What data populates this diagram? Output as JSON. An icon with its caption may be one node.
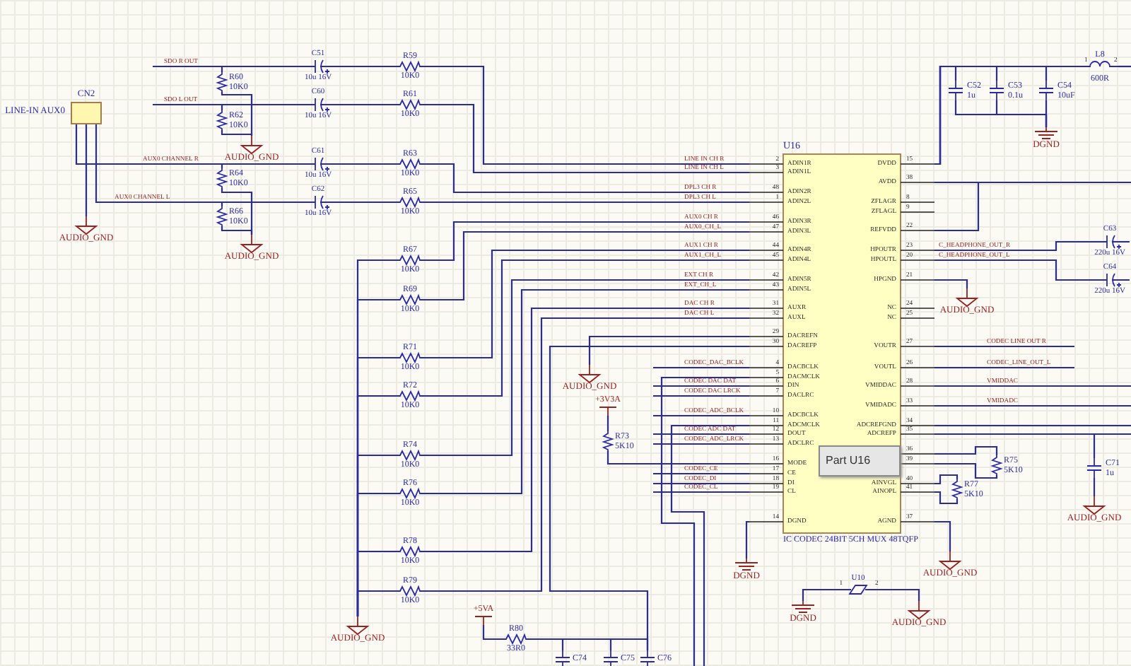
{
  "diagram": {
    "nodes": [
      {
        "text": [
          "CN2"
        ],
        "beside": [
          "LINE-IN AUX0"
        ]
      },
      {
        "text": [
          "R60",
          "10K0"
        ]
      },
      {
        "text": [
          "R62",
          "10K0"
        ]
      },
      {
        "text": [
          "R64",
          "10K0"
        ]
      },
      {
        "text": [
          "R66",
          "10K0"
        ]
      },
      {
        "text": [
          "AUDIO_GND"
        ]
      },
      {
        "text": [
          "AUDIO_GND"
        ]
      },
      {
        "text": [
          "AUDIO_GND"
        ]
      },
      {
        "text": [
          "C51",
          "10u 16V"
        ]
      },
      {
        "text": [
          "C60",
          "10u 16V"
        ]
      },
      {
        "text": [
          "C61",
          "10u 16V"
        ]
      },
      {
        "text": [
          "C62",
          "10u 16V"
        ]
      },
      {
        "text": [
          "R59",
          "10K0"
        ]
      },
      {
        "text": [
          "R61",
          "10K0"
        ]
      },
      {
        "text": [
          "R63",
          "10K0"
        ]
      },
      {
        "text": [
          "R65",
          "10K0"
        ]
      },
      {
        "text": [
          "R67",
          "10K0"
        ]
      },
      {
        "text": [
          "R69",
          "10K0"
        ]
      },
      {
        "text": [
          "R71",
          "10K0"
        ]
      },
      {
        "text": [
          "R72",
          "10K0"
        ]
      },
      {
        "text": [
          "R74",
          "10K0"
        ]
      },
      {
        "text": [
          "R76",
          "10K0"
        ]
      },
      {
        "text": [
          "R78",
          "10K0"
        ]
      },
      {
        "text": [
          "R79",
          "10K0"
        ]
      },
      {
        "text": [
          "AUDIO_GND"
        ]
      },
      {
        "text": [
          "U16",
          "IC CODEC 24BIT 5CH MUX 48TQFP"
        ]
      },
      {
        "text": [
          "Part U16"
        ],
        "in": 25
      },
      {
        "text": [
          "C52",
          "1u"
        ]
      },
      {
        "text": [
          "C53",
          "0.1u"
        ]
      },
      {
        "text": [
          "C54",
          "10uF"
        ]
      },
      {
        "text": [
          "DGND"
        ]
      },
      {
        "text": [
          "L8",
          "600R"
        ]
      },
      {
        "text": [
          "AUDIO_GND"
        ]
      },
      {
        "text": [
          "C63",
          "220u 16V"
        ]
      },
      {
        "text": [
          "C64",
          "220u 16V"
        ]
      },
      {
        "text": [
          "R75",
          "5K10"
        ]
      },
      {
        "text": [
          "R77",
          "5K10"
        ]
      },
      {
        "text": [
          "C71",
          "1u"
        ]
      },
      {
        "text": [
          "AUDIO_GND"
        ]
      },
      {
        "text": [
          "AUDIO_GND"
        ]
      },
      {
        "text": [
          "U10"
        ]
      },
      {
        "text": [
          "DGND"
        ]
      },
      {
        "text": [
          "AUDIO_GND"
        ]
      },
      {
        "text": [
          "DGND"
        ]
      },
      {
        "text": [
          "AUDIO_GND"
        ]
      },
      {
        "text": [
          "+3V3A"
        ]
      },
      {
        "text": [
          "R73",
          "5K10"
        ]
      },
      {
        "text": [
          "+5VA"
        ]
      },
      {
        "text": [
          "R80",
          "33R0"
        ]
      },
      {
        "text": [
          "C74"
        ]
      },
      {
        "text": [
          "C75"
        ]
      },
      {
        "text": [
          "C76"
        ]
      }
    ],
    "edges": [
      {
        "from": 1,
        "to": 6,
        "arrow": "none"
      },
      {
        "from": 2,
        "to": 6,
        "arrow": "none"
      },
      {
        "from": 3,
        "to": 7,
        "arrow": "none"
      },
      {
        "from": 4,
        "to": 7,
        "arrow": "none"
      },
      {
        "from": 0,
        "to": 5,
        "arrow": "none"
      },
      {
        "from": null,
        "to": 8,
        "arrow": "none"
      },
      {
        "from": 1,
        "to": 8,
        "arrow": "none"
      },
      {
        "from": null,
        "to": 9,
        "arrow": "none"
      },
      {
        "from": 2,
        "to": 9,
        "arrow": "none"
      },
      {
        "from": 0,
        "to": 10,
        "arrow": "none"
      },
      {
        "from": 3,
        "to": 10,
        "arrow": "none"
      },
      {
        "from": 0,
        "to": 11,
        "arrow": "none"
      },
      {
        "from": 4,
        "to": 11,
        "arrow": "none"
      },
      {
        "from": 8,
        "to": 12,
        "arrow": "none"
      },
      {
        "from": 9,
        "to": 13,
        "arrow": "none"
      },
      {
        "from": 10,
        "to": 14,
        "arrow": "none"
      },
      {
        "from": 11,
        "to": 15,
        "arrow": "none"
      },
      {
        "from": 12,
        "to": 25,
        "arrow": "none"
      },
      {
        "from": 13,
        "to": 25,
        "arrow": "none"
      },
      {
        "from": 14,
        "to": 25,
        "arrow": "none"
      },
      {
        "from": 15,
        "to": 25,
        "arrow": "none"
      },
      {
        "from": 16,
        "to": 25,
        "arrow": "none"
      },
      {
        "from": 17,
        "to": 25,
        "arrow": "none"
      },
      {
        "from": 18,
        "to": 25,
        "arrow": "none"
      },
      {
        "from": 19,
        "to": 25,
        "arrow": "none"
      },
      {
        "from": 20,
        "to": 25,
        "arrow": "none"
      },
      {
        "from": 21,
        "to": 25,
        "arrow": "none"
      },
      {
        "from": 22,
        "to": 25,
        "arrow": "none"
      },
      {
        "from": 23,
        "to": 25,
        "arrow": "none"
      },
      {
        "from": 16,
        "to": 24,
        "arrow": "none"
      },
      {
        "from": 17,
        "to": 24,
        "arrow": "none"
      },
      {
        "from": 18,
        "to": 24,
        "arrow": "none"
      },
      {
        "from": 19,
        "to": 24,
        "arrow": "none"
      },
      {
        "from": 20,
        "to": 24,
        "arrow": "none"
      },
      {
        "from": 21,
        "to": 24,
        "arrow": "none"
      },
      {
        "from": 22,
        "to": 24,
        "arrow": "none"
      },
      {
        "from": 23,
        "to": 24,
        "arrow": "none"
      },
      {
        "from": 25,
        "to": 44,
        "arrow": "none"
      },
      {
        "from": 25,
        "to": 51,
        "arrow": "none"
      },
      {
        "from": 47,
        "to": 48,
        "arrow": "none"
      },
      {
        "from": 48,
        "to": 49,
        "arrow": "none"
      },
      {
        "from": 48,
        "to": 50,
        "arrow": "none"
      },
      {
        "from": 48,
        "to": 51,
        "arrow": "none"
      },
      {
        "from": 25,
        "to": 43,
        "arrow": "none"
      },
      {
        "from": 45,
        "to": 46,
        "arrow": "none"
      },
      {
        "from": 46,
        "to": 25,
        "arrow": "none"
      },
      {
        "from": null,
        "to": 25,
        "arrow": "none"
      },
      {
        "from": null,
        "to": 25,
        "arrow": "none"
      },
      {
        "from": null,
        "to": 25,
        "arrow": "none"
      },
      {
        "from": null,
        "to": 25,
        "arrow": "none"
      },
      {
        "from": null,
        "to": 25,
        "arrow": "none"
      },
      {
        "from": null,
        "to": 25,
        "arrow": "none"
      },
      {
        "from": null,
        "to": 25,
        "arrow": "none"
      },
      {
        "from": null,
        "to": 25,
        "arrow": "none"
      },
      {
        "from": null,
        "to": 25,
        "arrow": "none"
      },
      {
        "from": null,
        "to": 25,
        "arrow": "none"
      },
      {
        "from": null,
        "to": 25,
        "arrow": "none"
      },
      {
        "from": 25,
        "to": 27,
        "arrow": "none"
      },
      {
        "from": 25,
        "to": 28,
        "arrow": "none"
      },
      {
        "from": 25,
        "to": 29,
        "arrow": "none"
      },
      {
        "from": 25,
        "to": 31,
        "arrow": "none"
      },
      {
        "from": 27,
        "to": 30,
        "arrow": "none"
      },
      {
        "from": 28,
        "to": 30,
        "arrow": "none"
      },
      {
        "from": 29,
        "to": 30,
        "arrow": "none"
      },
      {
        "from": 31,
        "to": null,
        "arrow": "none"
      },
      {
        "from": 25,
        "to": null,
        "arrow": "none"
      },
      {
        "from": 25,
        "to": null,
        "arrow": "none"
      },
      {
        "from": 25,
        "to": 33,
        "arrow": "none"
      },
      {
        "from": 25,
        "to": 34,
        "arrow": "none"
      },
      {
        "from": 25,
        "to": 32,
        "arrow": "none"
      },
      {
        "from": 25,
        "to": null,
        "arrow": "none"
      },
      {
        "from": 25,
        "to": null,
        "arrow": "none"
      },
      {
        "from": 25,
        "to": null,
        "arrow": "none"
      },
      {
        "from": 25,
        "to": null,
        "arrow": "none"
      },
      {
        "from": 25,
        "to": null,
        "arrow": "none"
      },
      {
        "from": 25,
        "to": null,
        "arrow": "none"
      },
      {
        "from": 25,
        "to": 37,
        "arrow": "none"
      },
      {
        "from": 37,
        "to": 38,
        "arrow": "none"
      },
      {
        "from": 25,
        "to": 35,
        "arrow": "none"
      },
      {
        "from": 25,
        "to": 35,
        "arrow": "none"
      },
      {
        "from": 25,
        "to": 36,
        "arrow": "none"
      },
      {
        "from": 25,
        "to": 36,
        "arrow": "none"
      },
      {
        "from": 25,
        "to": 39,
        "arrow": "none"
      },
      {
        "from": 40,
        "to": 41,
        "arrow": "none"
      },
      {
        "from": 40,
        "to": 42,
        "arrow": "none"
      }
    ],
    "labels": [
      "SDO R OUT",
      "SDO L OUT",
      "AUX0 CHANNEL R",
      "AUX0 CHANNEL L",
      "LINE IN CH R",
      "LINE IN CH L",
      "DPL3 CH R",
      "DPL3 CH L",
      "AUX0 CH R",
      "AUX0_CH_L",
      "AUX1 CH R",
      "AUX1_CH_L",
      "EXT CH R",
      "EXT_CH_L",
      "DAC CH R",
      "DAC CH L",
      "CODEC_DAC_BCLK",
      "CODEC DAC DAT",
      "CODEC DAC LRCK",
      "CODEC_ADC_BCLK",
      "CODEC ADC DAT",
      "CODEC_ADC_LRCK",
      "CODEC_CE",
      "CODEC_DI",
      "CODEC_CL",
      "C_HEADPHONE_OUT_R",
      "C_HEADPHONE_OUT_L",
      "CODEC LINE OUT R",
      "CODEC_LINE_OUT_L",
      "VMIDDAC",
      "VMIDADC",
      "2",
      "ADIN1R",
      "3",
      "ADIN1L",
      "48",
      "ADIN2R",
      "1",
      "ADIN2L",
      "46",
      "ADIN3R",
      "47",
      "ADIN3L",
      "44",
      "ADIN4R",
      "45",
      "ADIN4L",
      "42",
      "ADIN5R",
      "43",
      "ADIN5L",
      "31",
      "AUXR",
      "32",
      "AUXL",
      "29",
      "DACREFN",
      "30",
      "DACREFP",
      "4",
      "DACBCLK",
      "5",
      "DACMCLK",
      "6",
      "DIN",
      "7",
      "DACLRC",
      "10",
      "ADCBCLK",
      "11",
      "ADCMCLK",
      "12",
      "DOUT",
      "13",
      "ADCLRC",
      "16",
      "MODE",
      "17",
      "CE",
      "18",
      "DI",
      "19",
      "CL",
      "14",
      "DGND",
      "15",
      "DVDD",
      "38",
      "AVDD",
      "8",
      "ZFLAGR",
      "9",
      "ZFLAGL",
      "22",
      "REFVDD",
      "23",
      "HPOUTR",
      "20",
      "HPOUTL",
      "21",
      "HPGND",
      "24",
      "NC",
      "25",
      "NC",
      "27",
      "VOUTR",
      "26",
      "VOUTL",
      "28",
      "VMIDDAC",
      "33",
      "VMIDADC",
      "34",
      "ADCREFGND",
      "35",
      "ADCREFP",
      "36",
      "39",
      "40",
      "AINVGL",
      "41",
      "AINOPL",
      "37",
      "AGND",
      "1",
      "2",
      "1",
      "2"
    ]
  }
}
